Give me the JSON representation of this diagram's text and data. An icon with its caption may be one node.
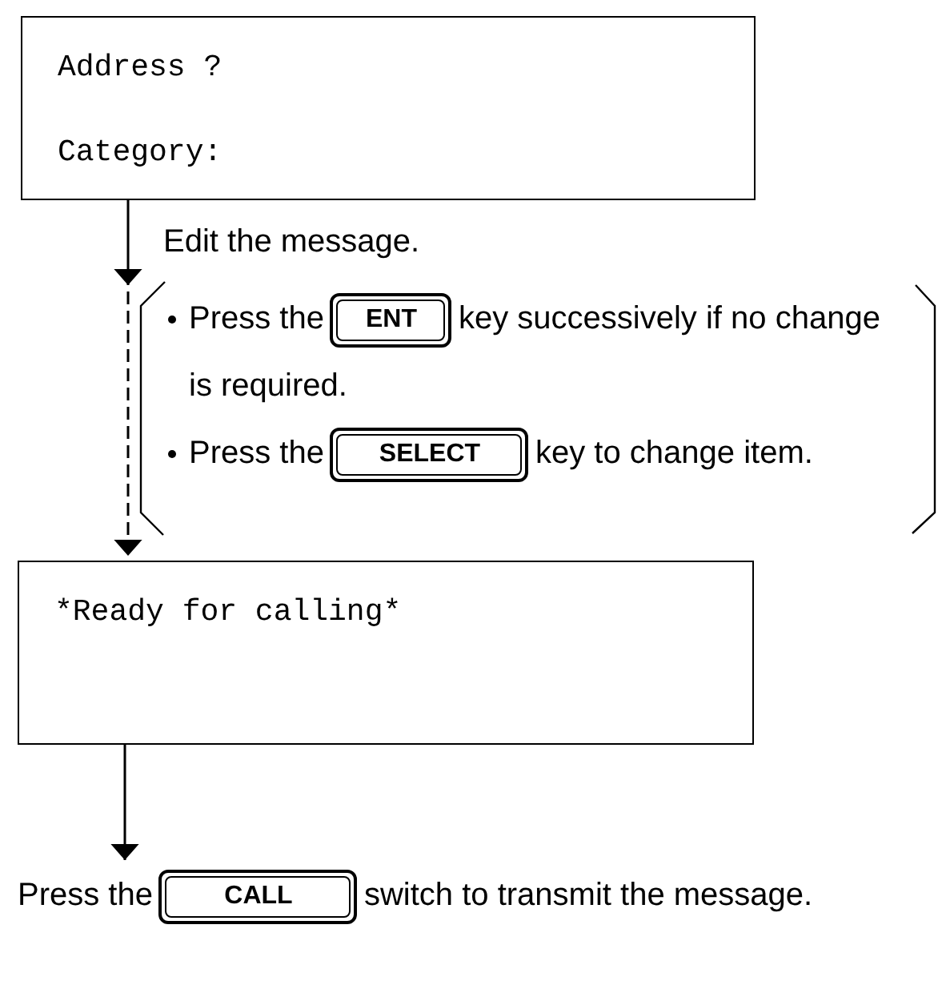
{
  "diagram": {
    "nodes": [
      {
        "text": [
          "Address ?",
          "Category:"
        ]
      },
      {
        "text": [
          "*Ready for calling*"
        ]
      },
      {
        "text": [
          "Press the",
          "CALL",
          "switch to transmit the message."
        ]
      }
    ],
    "edges": [
      {
        "from": 0,
        "to": 1,
        "arrow": "to",
        "style": "dashed"
      },
      {
        "from": 1,
        "to": 2,
        "arrow": "to"
      }
    ],
    "labels": [
      "Edit the message.",
      "Press the",
      "ENT",
      "key successively if no change is required.",
      "Press the",
      "SELECT",
      "key to change item."
    ]
  }
}
